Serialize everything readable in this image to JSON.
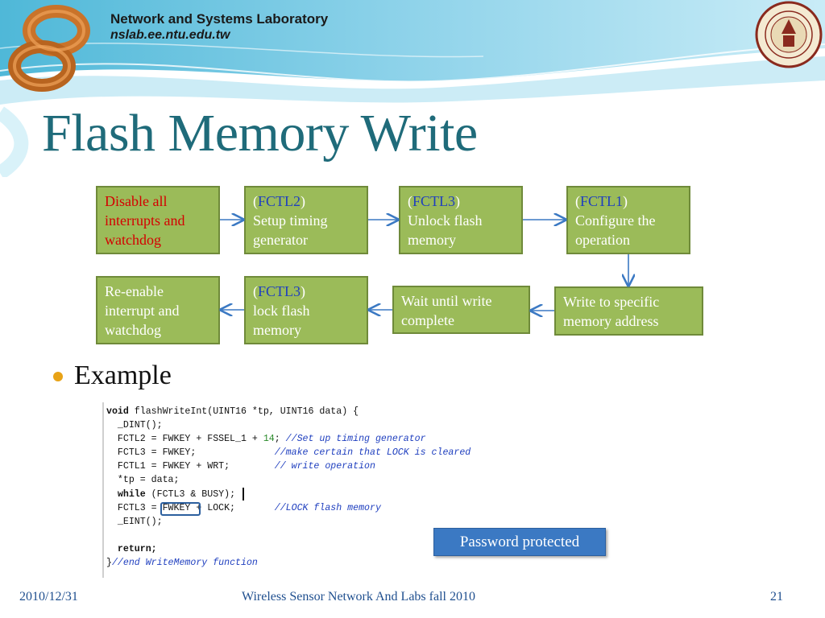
{
  "header": {
    "lab_name": "Network and Systems Laboratory",
    "lab_url": "nslab.ee.ntu.edu.tw"
  },
  "title": "Flash Memory Write",
  "flow": {
    "step1": "Disable all interrupts and watchdog",
    "step2_reg": "FCTL2",
    "step2_text": "Setup timing generator",
    "step3_reg": "FCTL3",
    "step3_text": "Unlock flash memory",
    "step4_reg": "FCTL1",
    "step4_text": "Configure the operation",
    "step5": "Write to specific memory address",
    "step6": "Wait until write complete",
    "step7_reg": "FCTL3",
    "step7_text": "lock flash memory",
    "step8": "Re-enable interrupt and watchdog"
  },
  "bullet": "Example",
  "code": {
    "l1_kw": "void",
    "l1_rest": " flashWriteInt(UINT16 *tp, UINT16 data) {",
    "l2": "  _DINT();",
    "l3_code": "  FCTL2 = FWKEY + FSSEL_1 + ",
    "l3_num": "14",
    "l3_semi": "; ",
    "l3_comment": "//Set up timing generator",
    "l4_code": "  FCTL3 = FWKEY;              ",
    "l4_comment": "//make certain that LOCK is cleared",
    "l5_code": "  FCTL1 = FWKEY + WRT;        ",
    "l5_comment": "// write operation",
    "l6": "  *tp = data;",
    "l7_kw": "  while",
    "l7_rest": " (FCTL3 & BUSY);",
    "l8_code": "  FCTL3 = FWKEY + LOCK;       ",
    "l8_comment": "//LOCK flash memory",
    "l9": "  _EINT();",
    "l10": "",
    "l11_kw": "  return;",
    "l12_brace": "}",
    "l12_comment": "//end WriteMemory function"
  },
  "callout": "Password protected",
  "footer": {
    "date": "2010/12/31",
    "course": "Wireless Sensor Network And Labs fall 2010",
    "page": "21"
  },
  "colors": {
    "title": "#1f6b7a",
    "box_fill": "#9bbb59",
    "box_border": "#6f8a3a",
    "arrow": "#3b79c3",
    "callout": "#3b79c3",
    "bullet": "#e8a317"
  }
}
